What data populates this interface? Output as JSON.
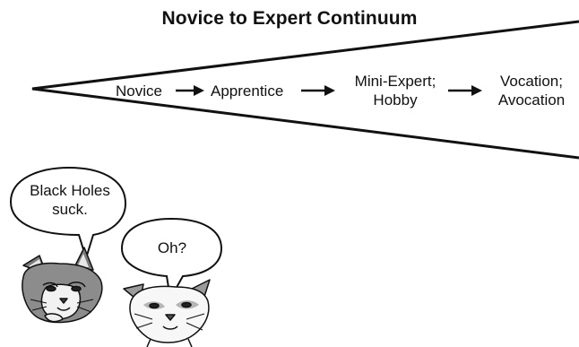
{
  "diagram": {
    "title": "Novice to Expert Continuum",
    "stages": [
      {
        "label_line1": "Novice",
        "label_line2": ""
      },
      {
        "label_line1": "Apprentice",
        "label_line2": ""
      },
      {
        "label_line1": "Mini-Expert;",
        "label_line2": "Hobby"
      },
      {
        "label_line1": "Vocation;",
        "label_line2": "Avocation"
      }
    ]
  },
  "comic": {
    "speech_left": {
      "line1": "Black Holes",
      "line2": "suck."
    },
    "speech_right": {
      "line1": "Oh?"
    }
  }
}
